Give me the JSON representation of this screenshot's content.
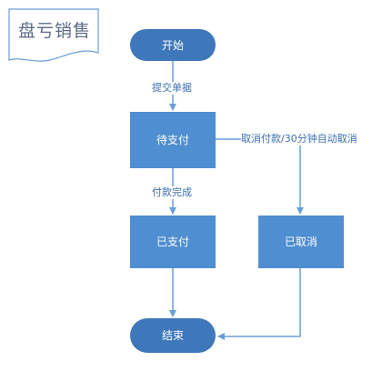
{
  "title": "盘亏销售",
  "nodes": {
    "start": "开始",
    "pending_payment": "待支付",
    "paid": "已支付",
    "cancelled": "已取消",
    "end": "结束"
  },
  "edges": {
    "submit_document": "提交单据",
    "payment_complete": "付款完成",
    "cancel_payment": "取消付款/30分钟自动取消"
  },
  "colors": {
    "node_fill": "#4f8ed0",
    "terminal_fill": "#3f78ba",
    "connector": "#6a9fd6",
    "label_text": "#3b6fb0",
    "title_border": "#6a9fd6"
  }
}
